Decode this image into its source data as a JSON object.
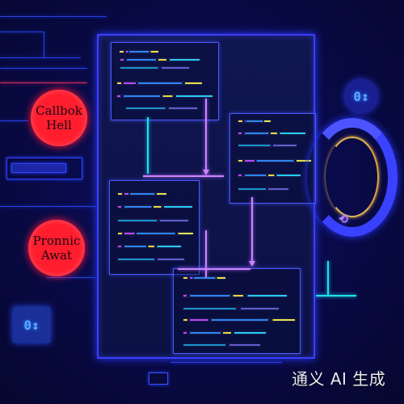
{
  "labels": {
    "callback_line_1": "Callbok",
    "callback_line_2": "Hell",
    "promise_line_1": "Pronnic",
    "promise_line_2": "Awat"
  },
  "icons": {
    "top_right": "0↕",
    "bottom_left": "0↕",
    "loop_arrow": "⟲"
  },
  "watermark": "通义 AI 生成",
  "colors": {
    "background": "#07083a",
    "panel_border": "#3b3fff",
    "red_accent": "#ff1d2e",
    "cyan_accent": "#1ce5ea",
    "purple_arrow": "#cc86ff"
  }
}
